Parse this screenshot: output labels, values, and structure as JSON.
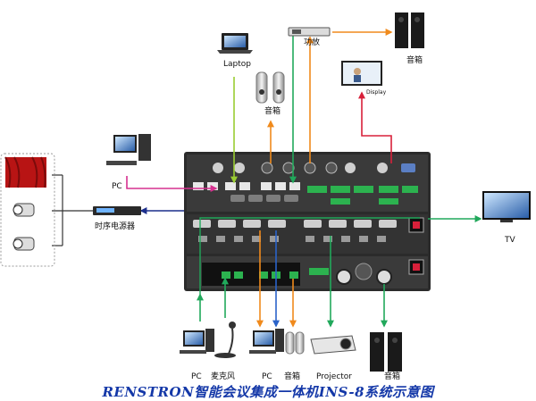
{
  "labels": {
    "laptop": "Laptop",
    "amplifier": "功放",
    "speaker_top_right": "音箱",
    "speaker_top_mid": "音箱",
    "display": "Display",
    "pc_left": "PC",
    "sequencer": "时序电源器",
    "tv": "TV",
    "pc_bottom_1": "PC",
    "microphone": "麦克风",
    "pc_bottom_2": "PC",
    "speaker_bottom_small": "音箱",
    "projector": "Projector",
    "speaker_bottom_large": "音箱"
  },
  "caption": "RENSTRON智能会议集成一体机INS-8系统示意图",
  "colors": {
    "green": "#21a85b",
    "orange": "#f08a1c",
    "blue": "#2a63c9",
    "red": "#d8203a",
    "magenta": "#d6308f",
    "lime": "#9acd32",
    "navy": "#1c2f8c",
    "chassis": "#2b2b2b",
    "caption": "#1438a8"
  }
}
